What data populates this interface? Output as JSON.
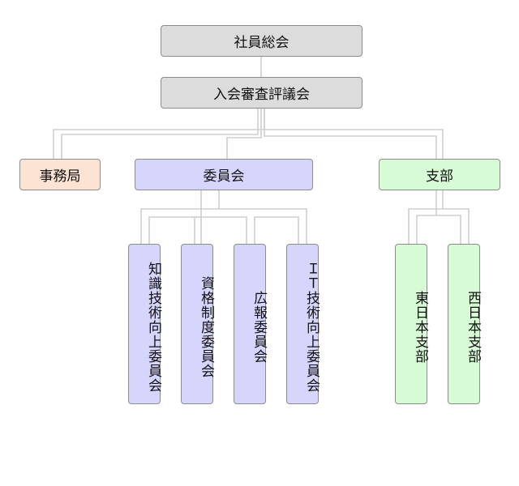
{
  "nodes": {
    "general_meeting": "社員総会",
    "admission_committee": "入会審査評議会",
    "secretariat": "事務局",
    "committee": "委員会",
    "branch": "支部",
    "knowledge_tech": "知識技術向上委員会",
    "qualification": "資格制度委員会",
    "pr": "広報委員会",
    "it_tech": "ＩＴ技術向上委員会",
    "east_branch": "東日本支部",
    "west_branch": "西日本支部"
  },
  "colors": {
    "top": "#dcdcdc",
    "secretariat": "#fde3d4",
    "committee": "#d6d5fb",
    "branch": "#d7fbd5",
    "connector": "#cfcfcf"
  }
}
